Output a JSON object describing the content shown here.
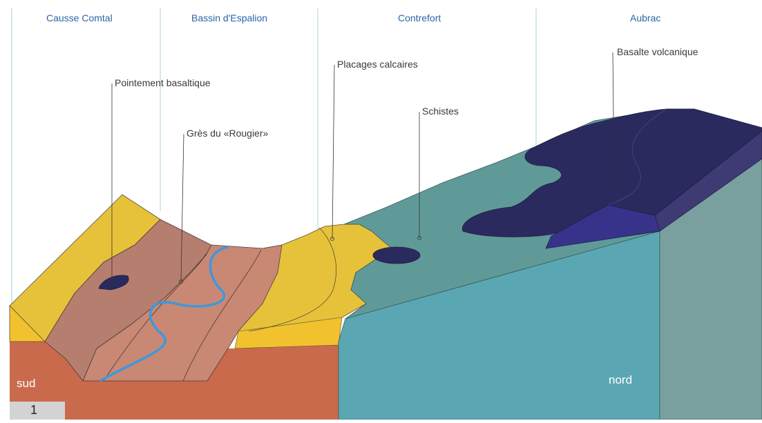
{
  "regions": [
    "Causse Comtal",
    "Bassin d'Espalion",
    "Contrefort",
    "Aubrac"
  ],
  "callouts": {
    "pointement": "Pointement basaltique",
    "gres": "Grès du «Rougier»",
    "placages": "Placages calcaires",
    "schistes": "Schistes",
    "basalte": "Basalte volcanique"
  },
  "directions": {
    "south": "sud",
    "north": "nord"
  },
  "figure_number": "1",
  "colors": {
    "region_label": "#2a64a6",
    "divider_line": "#a9d0d6",
    "limestone_yellow": "#e6c23a",
    "limestone_bright": "#f2c12e",
    "sandstone_light": "#c98874",
    "sandstone_mid": "#b67e6f",
    "base_terracotta": "#c96a4d",
    "schist_teal_top": "#5f9a98",
    "schist_front": "#5aa7b3",
    "right_face": "#7a9f9f",
    "basalt_dark": "#2b2a5e",
    "basalt_side": "#3e3b74",
    "basalt_mid": "#38338a",
    "river": "#3f97dd"
  }
}
